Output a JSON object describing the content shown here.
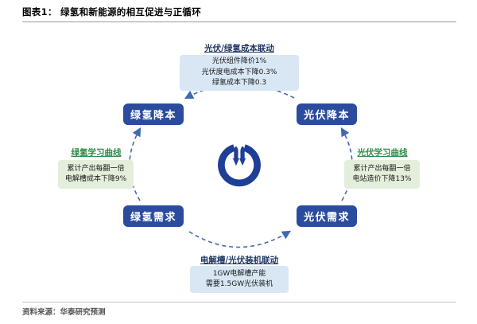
{
  "header": {
    "title": "图表1：  绿氢和新能源的相互促进与正循环"
  },
  "footer": {
    "source": "资料来源：华泰研究预测"
  },
  "nodes": {
    "green_h2_cost": "绿氢降本",
    "pv_cost": "光伏降本",
    "green_h2_demand": "绿氢需求",
    "pv_demand": "光伏需求"
  },
  "callouts": {
    "top": {
      "title": "光伏/绿氢成本联动",
      "lines": [
        "光伏组件降价1%",
        "光伏度电成本下降0.3%",
        "绿氢成本下降0.3"
      ]
    },
    "bottom": {
      "title": "电解槽/光伏装机联动",
      "lines": [
        "1GW电解槽产能",
        "需要1.5GW光伏装机"
      ]
    },
    "left": {
      "title": "绿氢学习曲线",
      "lines": [
        "累计产出每翻一倍",
        "电解槽成本下降9%"
      ]
    },
    "right": {
      "title": "光伏学习曲线",
      "lines": [
        "累计产出每翻一倍",
        "电站造价下降13%"
      ]
    }
  },
  "icons": {
    "center": "cycle-arrows-icon"
  },
  "colors": {
    "node_blue": "#2b4c9e",
    "navy_title": "#1f3864",
    "green_title": "#2e8b45",
    "light_blue_box": "#d9e7f5",
    "light_green_box": "#e3efdb",
    "arc_blue": "#4169b2",
    "icon_blue": "#1e3f97"
  }
}
